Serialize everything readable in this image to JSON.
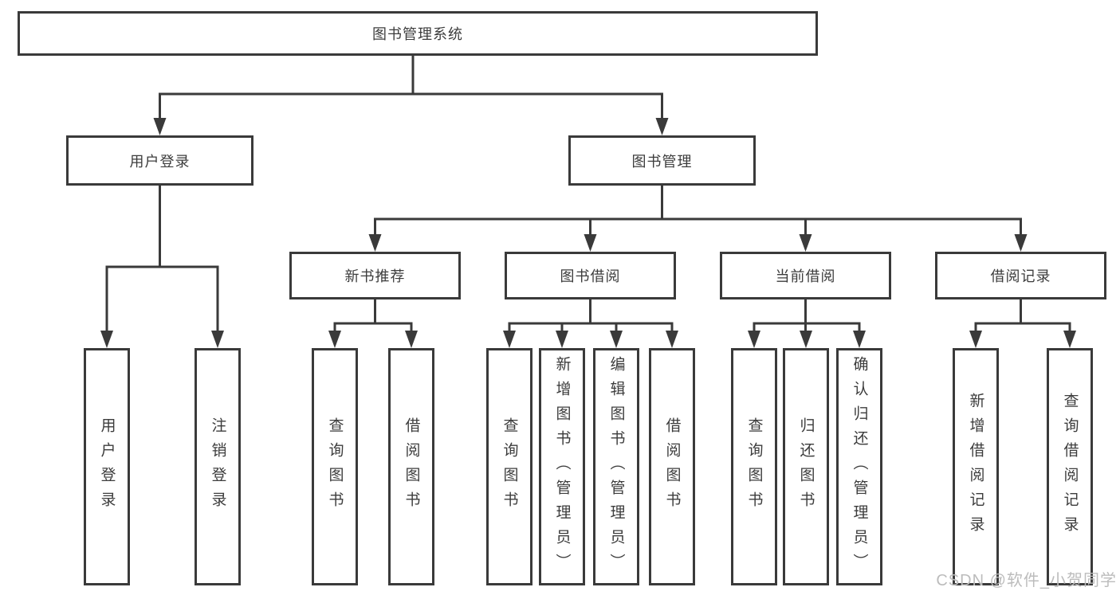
{
  "colors": {
    "line": "#3a3a3a",
    "text": "#3c3c3c",
    "box_background": "#ffffff",
    "watermark": "#bcbcbc"
  },
  "watermark": {
    "text": "CSDN @软件_小贺同学"
  },
  "tree": {
    "root": {
      "label": "图书管理系统",
      "children": [
        {
          "label": "用户登录",
          "children": [
            {
              "label": "用户登录"
            },
            {
              "label": "注销登录"
            }
          ]
        },
        {
          "label": "图书管理",
          "children": [
            {
              "label": "新书推荐",
              "children": [
                {
                  "label": "查询图书"
                },
                {
                  "label": "借阅图书"
                }
              ]
            },
            {
              "label": "图书借阅",
              "children": [
                {
                  "label": "查询图书"
                },
                {
                  "label": "新增图书（管理员）"
                },
                {
                  "label": "编辑图书（管理员）"
                },
                {
                  "label": "借阅图书"
                }
              ]
            },
            {
              "label": "当前借阅",
              "children": [
                {
                  "label": "查询图书"
                },
                {
                  "label": "归还图书"
                },
                {
                  "label": "确认归还（管理员）"
                }
              ]
            },
            {
              "label": "借阅记录",
              "children": [
                {
                  "label": "新增借阅记录"
                },
                {
                  "label": "查询借阅记录"
                }
              ]
            }
          ]
        }
      ]
    }
  }
}
